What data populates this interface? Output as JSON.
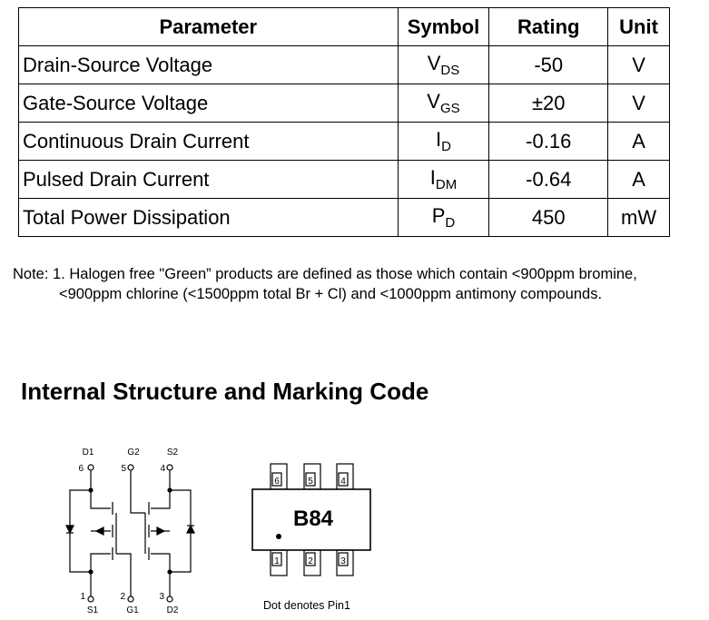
{
  "table": {
    "headers": [
      "Parameter",
      "Symbol",
      "Rating",
      "Unit"
    ],
    "rows": [
      {
        "parameter": "Drain-Source Voltage",
        "symbol_main": "V",
        "symbol_sub": "DS",
        "rating": "-50",
        "unit": "V"
      },
      {
        "parameter": "Gate-Source Voltage",
        "symbol_main": "V",
        "symbol_sub": "GS",
        "rating": "±20",
        "unit": "V"
      },
      {
        "parameter": "Continuous Drain Current",
        "symbol_main": "I",
        "symbol_sub": "D",
        "rating": "-0.16",
        "unit": "A"
      },
      {
        "parameter": "Pulsed Drain Current",
        "symbol_main": "I",
        "symbol_sub": "DM",
        "rating": "-0.64",
        "unit": "A"
      },
      {
        "parameter": "Total Power Dissipation",
        "symbol_main": "P",
        "symbol_sub": "D",
        "rating": "450",
        "unit": "mW"
      }
    ]
  },
  "note": {
    "line1": "Note: 1. Halogen free \"Green” products are defined as those which contain <900ppm bromine,",
    "line2": "<900ppm chlorine (<1500ppm total Br + Cl) and <1000ppm antimony compounds."
  },
  "section_title": "Internal Structure and Marking Code",
  "schematic": {
    "top_labels": [
      "D1",
      "G2",
      "S2"
    ],
    "top_pins": [
      "6",
      "5",
      "4"
    ],
    "bottom_pins": [
      "1",
      "2",
      "3"
    ],
    "bottom_labels": [
      "S1",
      "G1",
      "D2"
    ]
  },
  "package": {
    "marking": "B84",
    "top_pins": [
      "6",
      "5",
      "4"
    ],
    "bottom_pins": [
      "1",
      "2",
      "3"
    ],
    "caption": "Dot denotes Pin1"
  }
}
